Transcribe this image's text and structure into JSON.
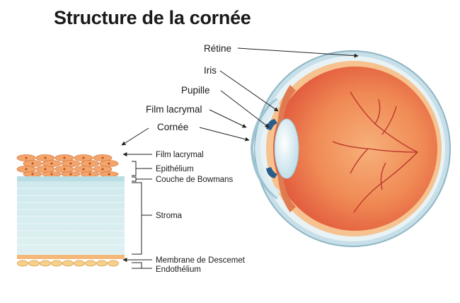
{
  "title": "Structure de la cornée",
  "eye_labels": {
    "retine": "Rétine",
    "iris": "Iris",
    "pupille": "Pupille",
    "film_lacrymal": "Film lacrymal",
    "cornee": "Cornée"
  },
  "layer_labels": {
    "film_lacrymal": "Film lacrymal",
    "epithelium": "Epithélium",
    "bowmans": "Couche de Bowmans",
    "stroma": "Stroma",
    "descemet": "Membrane de Descemet",
    "endothelium": "Endothélium"
  }
}
